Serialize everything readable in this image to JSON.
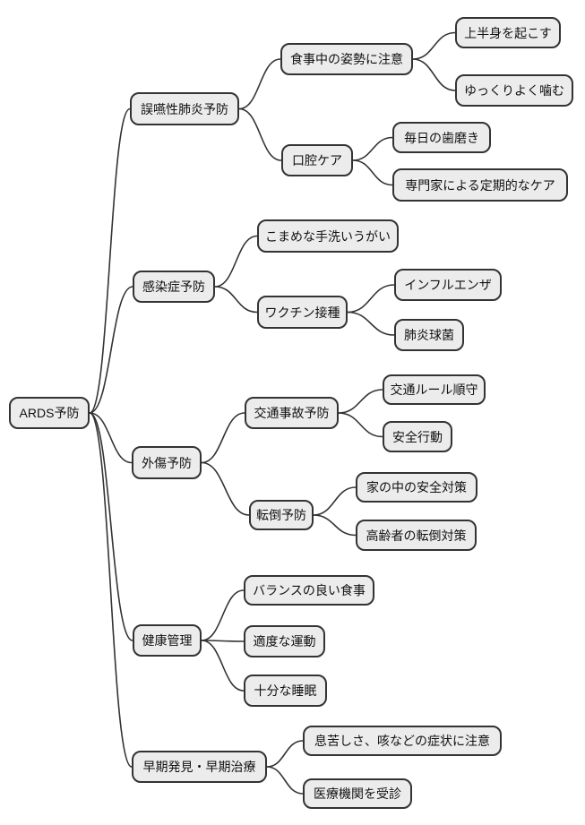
{
  "mindmap": {
    "root": {
      "label": "ARDS予防",
      "children": [
        {
          "label": "誤嚥性肺炎予防",
          "children": [
            {
              "label": "食事中の姿勢に注意",
              "children": [
                {
                  "label": "上半身を起こす"
                },
                {
                  "label": "ゆっくりよく噛む"
                }
              ]
            },
            {
              "label": "口腔ケア",
              "children": [
                {
                  "label": "毎日の歯磨き"
                },
                {
                  "label": "専門家による定期的なケア"
                }
              ]
            }
          ]
        },
        {
          "label": "感染症予防",
          "children": [
            {
              "label": "こまめな手洗いうがい"
            },
            {
              "label": "ワクチン接種",
              "children": [
                {
                  "label": "インフルエンザ"
                },
                {
                  "label": "肺炎球菌"
                }
              ]
            }
          ]
        },
        {
          "label": "外傷予防",
          "children": [
            {
              "label": "交通事故予防",
              "children": [
                {
                  "label": "交通ルール順守"
                },
                {
                  "label": "安全行動"
                }
              ]
            },
            {
              "label": "転倒予防",
              "children": [
                {
                  "label": "家の中の安全対策"
                },
                {
                  "label": "高齢者の転倒対策"
                }
              ]
            }
          ]
        },
        {
          "label": "健康管理",
          "children": [
            {
              "label": "バランスの良い食事"
            },
            {
              "label": "適度な運動"
            },
            {
              "label": "十分な睡眠"
            }
          ]
        },
        {
          "label": "早期発見・早期治療",
          "children": [
            {
              "label": "息苦しさ、咳などの症状に注意"
            },
            {
              "label": "医療機関を受診"
            }
          ]
        }
      ]
    }
  },
  "colors": {
    "background": "#ffffff",
    "node_fill": "#ececec",
    "node_border": "#333333",
    "edge": "#333333",
    "text": "#111111"
  }
}
